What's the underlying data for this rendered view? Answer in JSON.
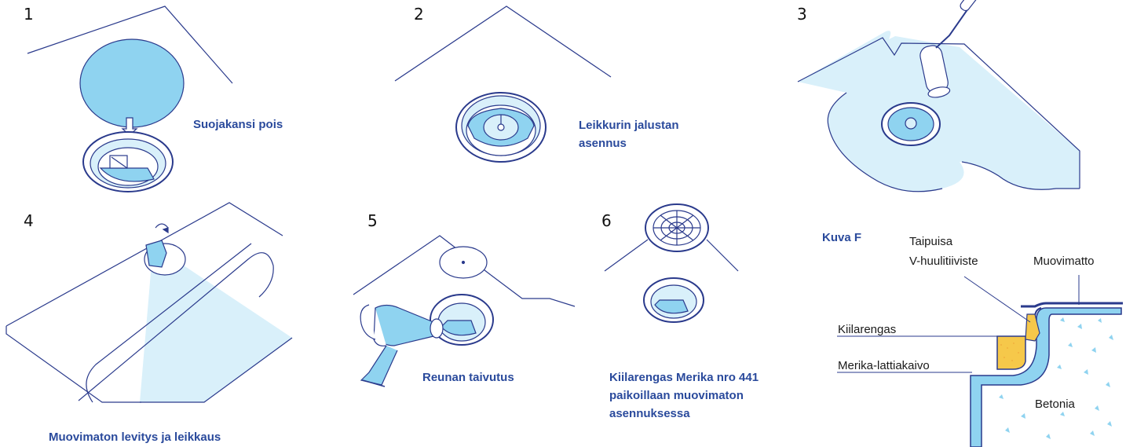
{
  "colors": {
    "line": "#2a3a8c",
    "fill_light": "#d9f0fa",
    "fill_blue": "#8fd3f0",
    "accent_text": "#2a4a9c",
    "insert_yellow": "#f6c84a"
  },
  "steps": [
    {
      "number": "1",
      "caption_lines": [
        "Suojakansi pois"
      ],
      "icon": "protective-cover-removal"
    },
    {
      "number": "2",
      "caption_lines": [
        "Leikkurin jalustan",
        "asennus"
      ],
      "icon": "cutter-base-installation"
    },
    {
      "number": "3",
      "caption_lines": [],
      "icon": "glue-roller"
    },
    {
      "number": "4",
      "caption_lines": [
        "Muovimaton levitys ja leikkaus"
      ],
      "icon": "vinyl-rolling-and-cutting"
    },
    {
      "number": "5",
      "caption_lines": [
        "Reunan taivutus"
      ],
      "icon": "heat-gun-edge-bending"
    },
    {
      "number": "6",
      "caption_lines": [
        "Kiilarengas Merika nro 441",
        "paikoillaan muovimaton",
        "asennuksessa"
      ],
      "icon": "wedge-ring-installed"
    }
  ],
  "figure_f": {
    "title": "Kuva F",
    "labels": {
      "taipuisa_1": "Taipuisa",
      "taipuisa_2": "V-huulitiiviste",
      "muovimatto": "Muovimatto",
      "kiilarengas": "Kiilarengas",
      "lattiakaivo": "Merika-lattiakaivo",
      "betonia": "Betonia"
    }
  }
}
